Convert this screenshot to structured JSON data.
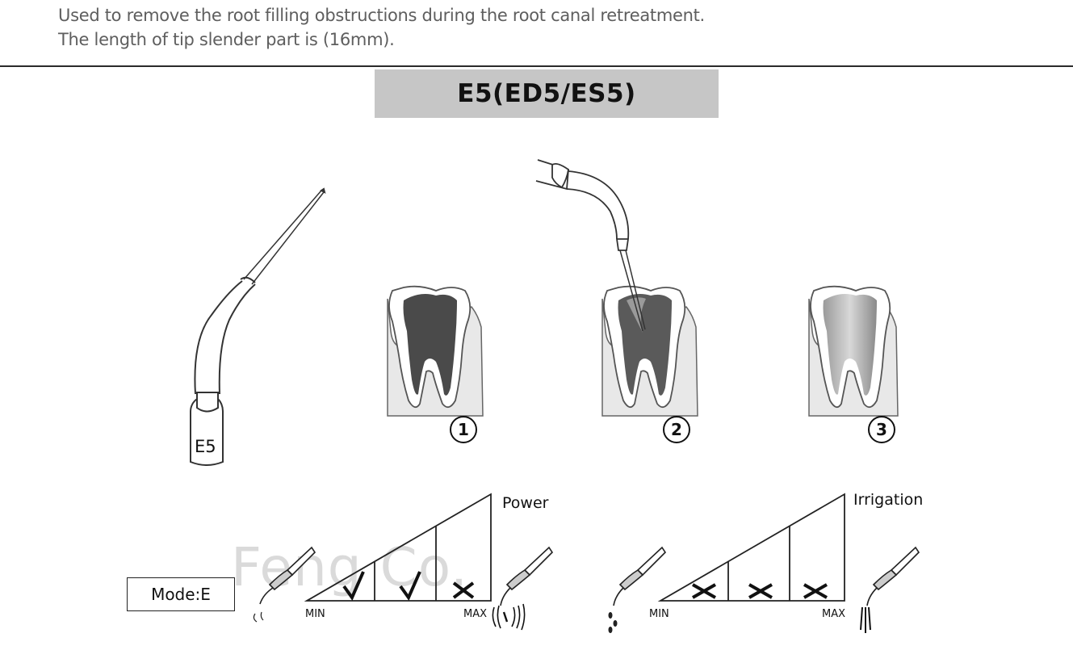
{
  "description": {
    "line1": "Used to remove the root filling obstructions during the root canal retreatment.",
    "line2": "The length of tip slender part is (16mm)."
  },
  "title": "E5(ED5/ES5)",
  "tip_label": "E5",
  "steps": [
    "1",
    "2",
    "3"
  ],
  "power_chart": {
    "label": "Power",
    "min_label": "MIN",
    "max_label": "MAX",
    "levels": [
      "ok",
      "ok",
      "not-recommended"
    ]
  },
  "irrigation_chart": {
    "label": "Irrigation",
    "min_label": "MIN",
    "max_label": "MAX",
    "levels": [
      "not-recommended",
      "not-recommended",
      "not-recommended"
    ]
  },
  "mode": "Mode:E",
  "watermark": "Feng Co.",
  "colors": {
    "title_bg": "#c6c6c6",
    "filling_dark": "#4a4a4a",
    "gum": "#e8e8e8",
    "text_gray": "#5e5e5e"
  },
  "icons": [
    "check-icon",
    "cross-icon",
    "vibration-icon",
    "water-drop-icon"
  ]
}
